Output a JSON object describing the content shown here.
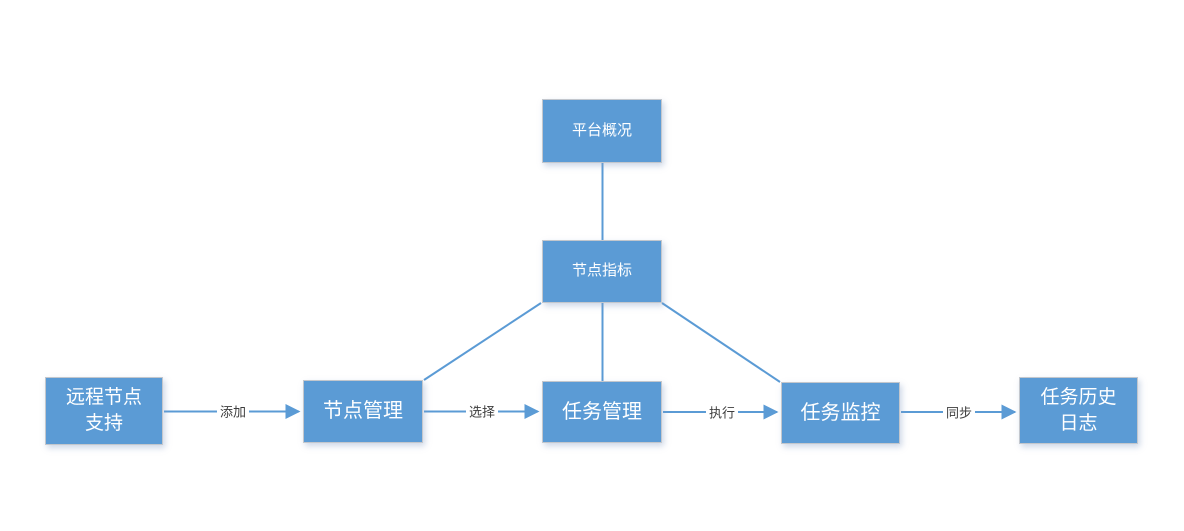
{
  "diagram": {
    "nodes": {
      "platform_overview": {
        "label": "平台概况"
      },
      "node_metrics": {
        "label": "节点指标"
      },
      "remote_node_support": {
        "line1": "远程节点",
        "line2": "支持"
      },
      "node_management": {
        "label": "节点管理"
      },
      "task_management": {
        "label": "任务管理"
      },
      "task_monitoring": {
        "label": "任务监控"
      },
      "task_history_log": {
        "line1": "任务历史",
        "line2": "日志"
      }
    },
    "edge_labels": {
      "add": "添加",
      "select": "选择",
      "execute": "执行",
      "sync": "同步"
    },
    "colors": {
      "node_fill": "#5b9bd5",
      "node_border": "#c3c7cd",
      "node_text": "#ffffff",
      "connector": "#5b9bd5",
      "edge_label_text": "#3d3d3d",
      "background": "#ffffff"
    }
  }
}
